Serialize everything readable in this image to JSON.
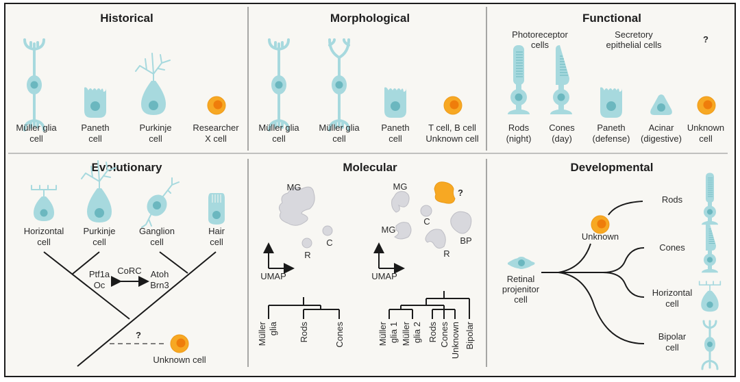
{
  "panels": {
    "historical": {
      "title": "Historical",
      "cells": [
        {
          "l1": "Müller glia",
          "l2": "cell",
          "type": "muller-glia"
        },
        {
          "l1": "Paneth",
          "l2": "cell",
          "type": "paneth"
        },
        {
          "l1": "Purkinje",
          "l2": "cell",
          "type": "purkinje"
        },
        {
          "l1": "Researcher",
          "l2": "X cell",
          "type": "unknown"
        }
      ]
    },
    "morphological": {
      "title": "Morphological",
      "cells": [
        {
          "l1": "Müller glia",
          "l2": "cell",
          "type": "muller-glia"
        },
        {
          "l1": "Müller glia",
          "l2": "cell",
          "type": "muller-glia-variant"
        },
        {
          "l1": "Paneth",
          "l2": "cell",
          "type": "paneth"
        },
        {
          "l1": "T cell, B cell",
          "l2": "Unknown cell",
          "type": "unknown"
        }
      ]
    },
    "functional": {
      "title": "Functional",
      "groups": [
        {
          "l1": "Photoreceptor",
          "l2": "cells"
        },
        {
          "l1": "Secretory",
          "l2": "epithelial cells"
        },
        {
          "l1": "?",
          "l2": ""
        }
      ],
      "cells": [
        {
          "l1": "Rods",
          "l2": "(night)",
          "type": "rod"
        },
        {
          "l1": "Cones",
          "l2": "(day)",
          "type": "cone"
        },
        {
          "l1": "Paneth",
          "l2": "(defense)",
          "type": "paneth"
        },
        {
          "l1": "Acinar",
          "l2": "(digestive)",
          "type": "acinar"
        },
        {
          "l1": "Unknown",
          "l2": "cell",
          "type": "unknown"
        }
      ]
    },
    "evolutionary": {
      "title": "Evolutionary",
      "cells": [
        {
          "l1": "Horizontal",
          "l2": "cell",
          "type": "horizontal"
        },
        {
          "l1": "Purkinje",
          "l2": "cell",
          "type": "purkinje"
        },
        {
          "l1": "Ganglion",
          "l2": "cell",
          "type": "ganglion"
        },
        {
          "l1": "Hair",
          "l2": "cell",
          "type": "hair"
        }
      ],
      "left_factors": [
        "Ptf1a",
        "Oc"
      ],
      "right_factors": [
        "Atoh",
        "Brn3"
      ],
      "arrow_label": "CoRC",
      "question": "?",
      "unknown_label": "Unknown cell"
    },
    "molecular": {
      "title": "Molecular",
      "umap_left": {
        "clusters": [
          "MG",
          "R",
          "C"
        ],
        "axis_label": "UMAP"
      },
      "umap_right": {
        "clusters": [
          "MG",
          "MG",
          "C",
          "R",
          "BP"
        ],
        "unknown_label": "?",
        "axis_label": "UMAP"
      },
      "tree_left_leaves": [
        [
          "Müller",
          "glia"
        ],
        [
          "Rods"
        ],
        [
          "Cones"
        ]
      ],
      "tree_right_leaves": [
        [
          "Müller",
          "glia 1"
        ],
        [
          "Müller",
          "glia 2"
        ],
        [
          "Rods"
        ],
        [
          "Cones"
        ],
        [
          "Unknown"
        ],
        [
          "Bipolar"
        ]
      ]
    },
    "developmental": {
      "title": "Developmental",
      "progenitor": [
        "Retinal",
        "projenitor",
        "cell"
      ],
      "intermediate": "Unknown",
      "outcomes": [
        {
          "l1": "Rods",
          "l2": ""
        },
        {
          "l1": "Cones",
          "l2": ""
        },
        {
          "l1": "Horizontal",
          "l2": "cell"
        },
        {
          "l1": "Bipolar",
          "l2": "cell"
        }
      ]
    }
  },
  "colors": {
    "background": "#f8f7f3",
    "cell": "#a7d9de",
    "nucleus": "#6bb7bf",
    "unknown_outer": "#f7a823",
    "unknown_inner": "#ef7d0b",
    "cluster": "#d8d8dd",
    "line": "#1a1a1a"
  }
}
